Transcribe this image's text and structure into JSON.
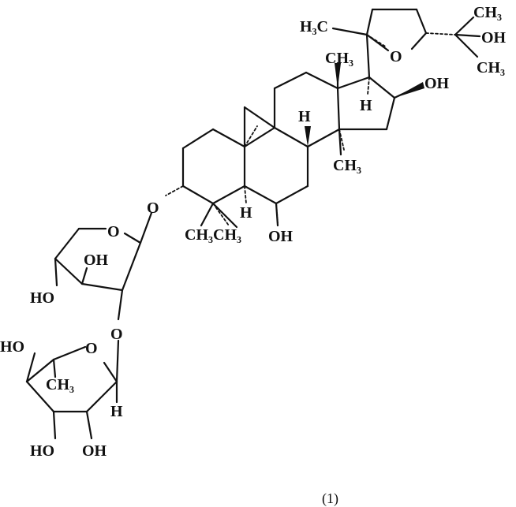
{
  "figure": {
    "caption": "(1)",
    "atoms": {
      "h3c": "H₃C",
      "ch3_top_right": "CH₃",
      "oh_side_chain": "OH",
      "ch3_side_chain": "CH₃",
      "furan_o": "O",
      "ch3_c13": "CH₃",
      "oh_c16": "OH",
      "h_c17": "H",
      "h_c8": "H",
      "ch3_c14": "CH₃",
      "o_glycosidic_c3": "O",
      "h_c5": "H",
      "ch3_gem_dimethyl": "CH₃CH₃",
      "oh_c6": "OH",
      "o_sugar1_ring": "O",
      "oh_sugar1_c3": "OH",
      "oh_sugar1_c4": "HO",
      "o_glycosidic_sugar": "O",
      "oh_sugar2_c4": "HO",
      "o_sugar2_ring": "O",
      "ch3_sugar2": "CH₃",
      "h_sugar2_anomeric": "H",
      "oh_sugar2_c3": "HO",
      "oh_sugar2_c2": "OH"
    }
  }
}
